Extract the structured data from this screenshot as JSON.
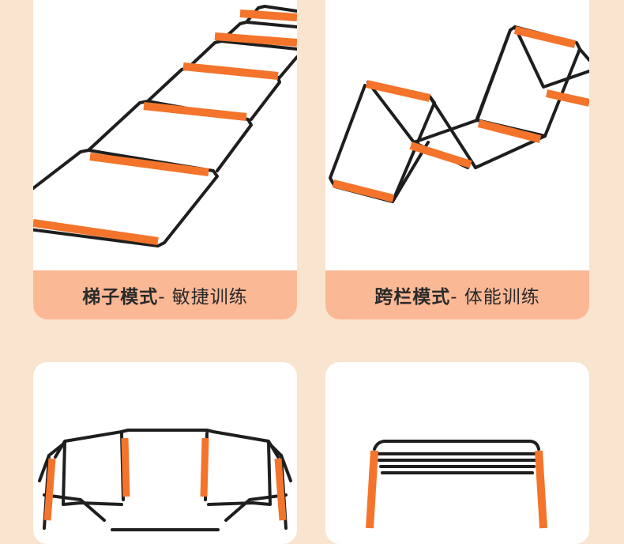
{
  "cards": [
    {
      "title_bold": "梯子模式",
      "title_rest": "- 敏捷训练",
      "image": "agility-ladder-illustration"
    },
    {
      "title_bold": "跨栏模式",
      "title_rest": "- 体能训练",
      "image": "hurdle-mode-illustration"
    },
    {
      "title_bold": "",
      "title_rest": "",
      "image": "octagon-ring-illustration"
    },
    {
      "title_bold": "",
      "title_rest": "",
      "image": "stacked-hurdle-illustration"
    }
  ],
  "colors": {
    "background": "#f9e4cf",
    "caption_bg": "#fbb895",
    "frame": "#1e1e1e",
    "rung": "#f4742b"
  }
}
